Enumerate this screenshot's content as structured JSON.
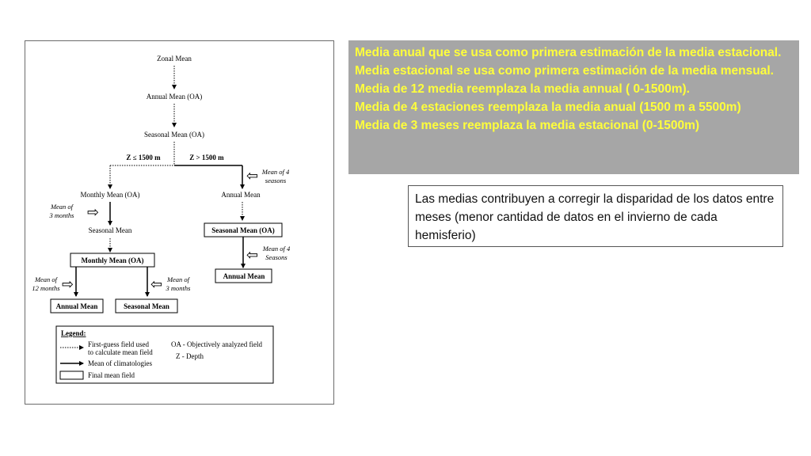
{
  "diagram": {
    "zonal_mean": "Zonal Mean",
    "annual_mean_oa": "Annual Mean (OA)",
    "seasonal_mean_oa_top": "Seasonal Mean (OA)",
    "z_le": "Z ≤ 1500 m",
    "z_gt": "Z > 1500 m",
    "mean_of_4_seasons_line1": "Mean of 4",
    "mean_of_4_seasons_line2": "seasons",
    "monthly_mean_oa": "Monthly Mean (OA)",
    "annual_mean_right": "Annual Mean",
    "mean_of_3_months_left_line1": "Mean of",
    "mean_of_3_months_left_line2": "3 months",
    "seasonal_mean_left": "Seasonal Mean",
    "seasonal_mean_oa_right": "Seasonal Mean (OA)",
    "mean_of_4_Seasons_line1": "Mean of 4",
    "mean_of_4_Seasons_line2": "Seasons",
    "monthly_mean_oa_box": "Monthly Mean (OA)",
    "annual_mean_box_right": "Annual Mean",
    "mean_of_12_line1": "Mean of",
    "mean_of_12_line2": "12 months",
    "mean_of_3_bottom_line1": "Mean of",
    "mean_of_3_bottom_line2": "3 months",
    "annual_mean_box_left": "Annual Mean",
    "seasonal_mean_box": "Seasonal Mean",
    "legend": {
      "title": "Legend:",
      "first_guess_line1": "First-guess field used",
      "first_guess_line2": "to calculate mean field",
      "mean_climatologies": "Mean of climatologies",
      "final_mean_field": "Final mean field",
      "oa_def": "OA - Objectively analyzed field",
      "z_def": "Z - Depth"
    }
  },
  "info_box": {
    "lines": [
      "Media anual que se usa como primera estimación de la media estacional.",
      "Media estacional se usa como primera estimación de la media mensual.",
      "Media de 12 media reemplaza la media annual ( 0-1500m).",
      "Media de 4 estaciones  reemplaza la media anual (1500 m a 5500m)",
      "Media de 3 meses reemplaza la media estacional (0-1500m)"
    ]
  },
  "note_box": {
    "text": "Las medias contribuyen a corregir la disparidad de los datos entre meses (menor cantidad de datos en el invierno de cada hemisferio)"
  }
}
